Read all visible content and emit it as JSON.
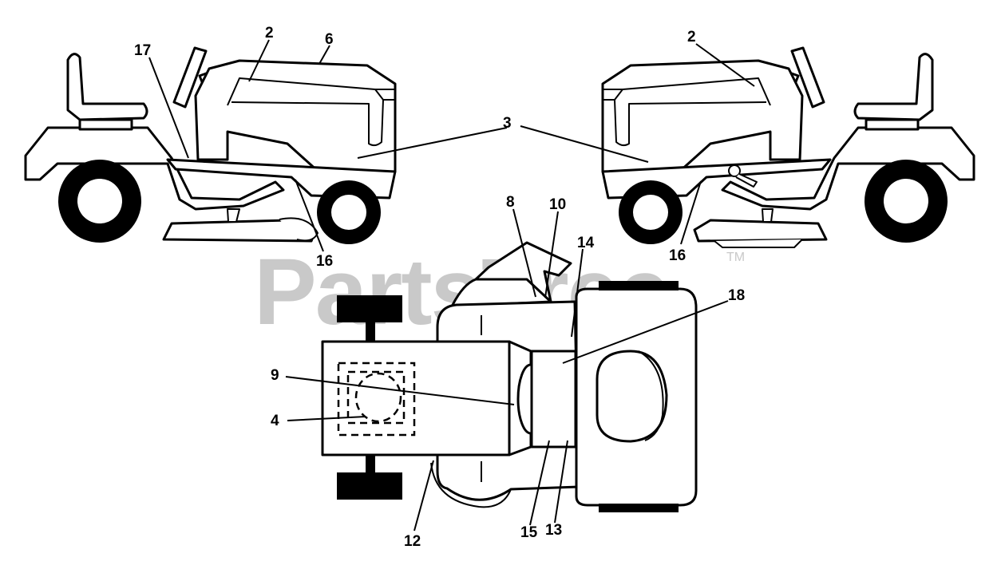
{
  "watermark": {
    "text": "PartsTree",
    "trademark": "TM"
  },
  "callouts": {
    "c2_left": "2",
    "c6": "6",
    "c17": "17",
    "c3": "3",
    "c2_right": "2",
    "c16_left": "16",
    "c16_right": "16",
    "c8": "8",
    "c10": "10",
    "c14": "14",
    "c18": "18",
    "c9": "9",
    "c4": "4",
    "c12": "12",
    "c15": "15",
    "c13": "13"
  }
}
